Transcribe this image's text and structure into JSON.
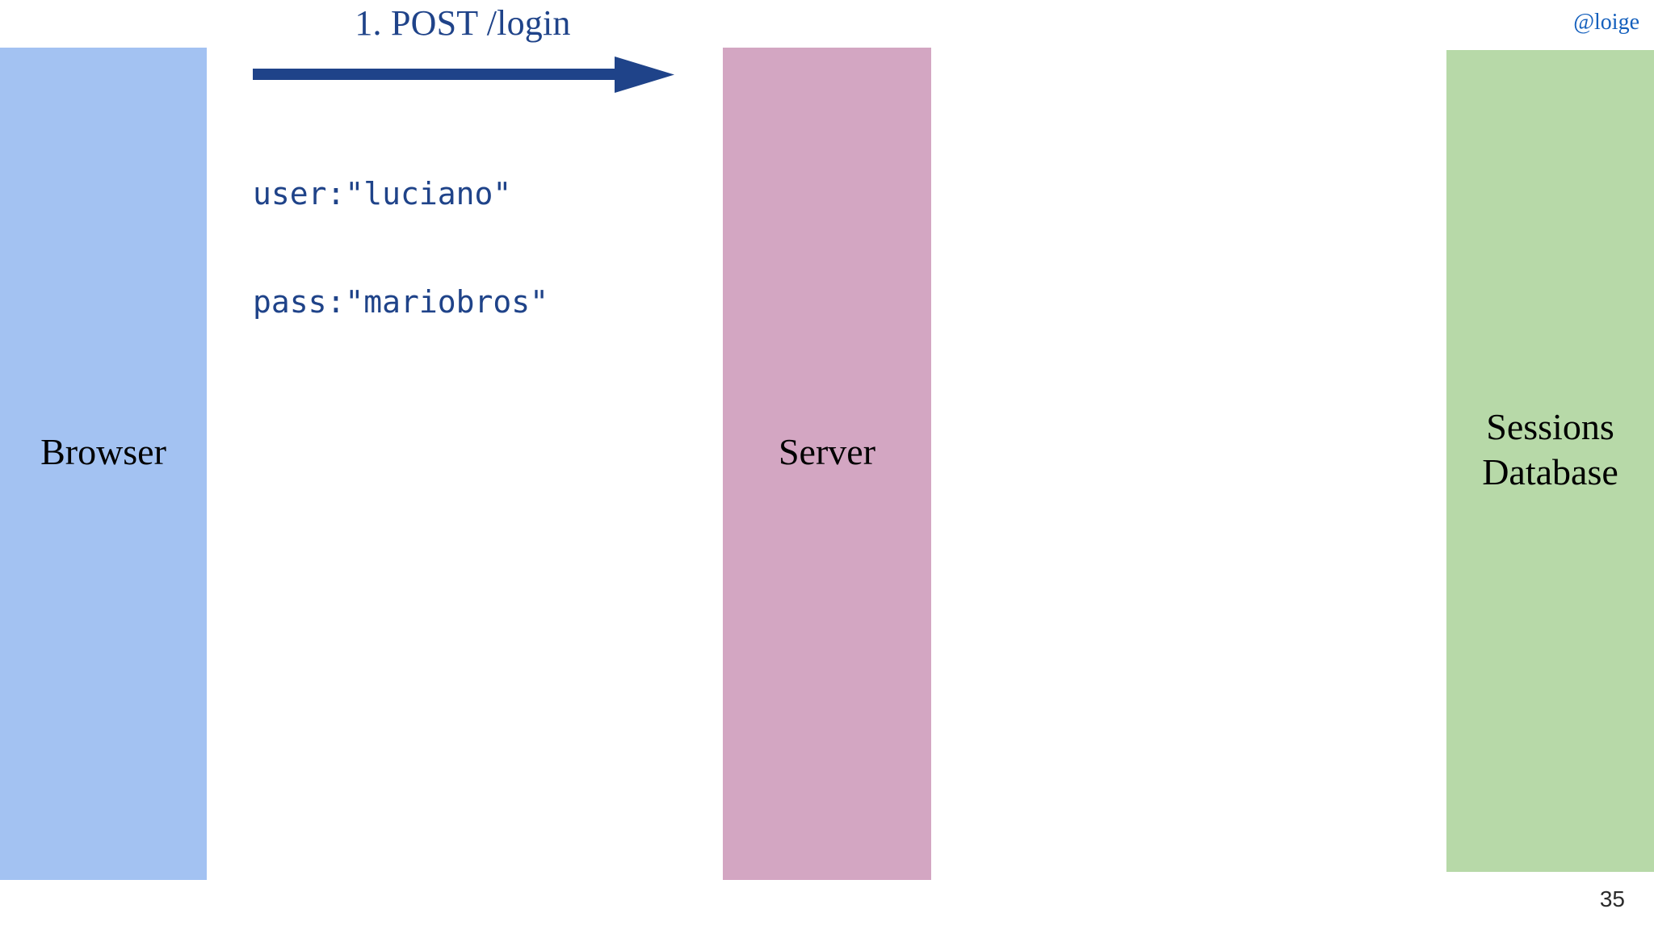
{
  "slide": {
    "page_number": "35",
    "handle": "@loige",
    "background_color": "#ffffff"
  },
  "lifelines": [
    {
      "id": "browser",
      "label_lines": [
        "Browser"
      ],
      "color": "#a3c2f2"
    },
    {
      "id": "server",
      "label_lines": [
        "Server"
      ],
      "color": "#d3a6c2"
    },
    {
      "id": "sessions-db",
      "label_lines": [
        "Sessions",
        "Database"
      ],
      "color": "#b7d9a8"
    }
  ],
  "message": {
    "title": "1. POST /login",
    "arrow_color": "#1f4389",
    "arrow_direction": "right",
    "payload_lines": [
      "user:\"luciano\"",
      "pass:\"mariobros\""
    ],
    "text_color": "#1f4389"
  }
}
